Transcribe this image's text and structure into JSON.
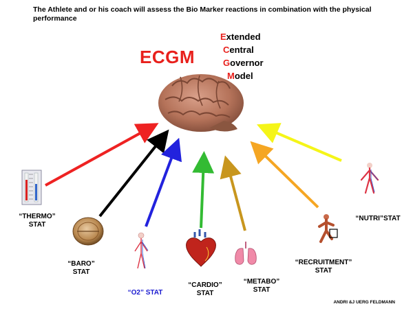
{
  "header": "The Athlete  and or  his coach will assess the Bio Marker reactions in combination with the physical performance",
  "title": "ECGM",
  "model_name": {
    "line1": {
      "cap": "E",
      "rest": "xtended"
    },
    "line2": {
      "cap": "C",
      "rest": "entral"
    },
    "line3": {
      "cap": "G",
      "rest": "overnor"
    },
    "line4": {
      "cap": "M",
      "rest": "odel"
    }
  },
  "stats": {
    "thermo": "“THERMO”\nSTAT",
    "baro": "“BARO”\nSTAT",
    "o2": "“O2” STAT",
    "cardio": "“CARDIO”\nSTAT",
    "metabo": "“METABO”\nSTAT",
    "recruitment": "“RECRUITMENT”\nSTAT",
    "nutri": "“NUTRI”STAT"
  },
  "credit": "ANDRI &J UERG FELDMANN",
  "colors": {
    "red": "#ee2222",
    "black": "#000000",
    "blue": "#2222dd",
    "green": "#33bb33",
    "gold": "#c8961e",
    "orange": "#f5a623",
    "yellow": "#f5f518",
    "brain": "#b5735a"
  },
  "icons": {
    "thermo": "thermometer-icon",
    "baro": "barometer-icon",
    "o2": "circulatory-system-icon",
    "cardio": "heart-icon",
    "metabo": "lungs-icon",
    "recruitment": "muscle-body-icon",
    "nutri": "vascular-body-icon",
    "center": "brain-icon"
  }
}
